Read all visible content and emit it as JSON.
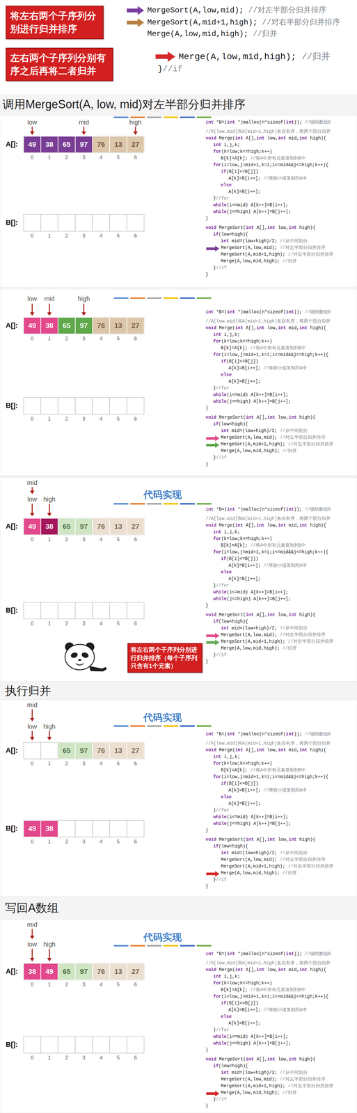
{
  "diagram": {
    "nodes": [
      {
        "text": [
          "将左右两个子序列分别进行归并排序"
        ]
      },
      {
        "text": [
          "左右两个子序列分别有序之后再将二者归并"
        ]
      },
      {
        "text": [
          "49"
        ]
      },
      {
        "text": [
          "38"
        ]
      },
      {
        "text": [
          "65"
        ]
      },
      {
        "text": [
          "97"
        ]
      },
      {
        "text": [
          "76"
        ]
      },
      {
        "text": [
          "13"
        ]
      },
      {
        "text": [
          "27"
        ]
      },
      {
        "text": [
          "49"
        ]
      },
      {
        "text": [
          "38"
        ]
      },
      {
        "text": [
          "65"
        ]
      },
      {
        "text": [
          "97"
        ]
      },
      {
        "text": [
          "76"
        ]
      },
      {
        "text": [
          "13"
        ]
      },
      {
        "text": [
          "27"
        ]
      },
      {
        "text": [
          "49"
        ]
      },
      {
        "text": [
          "38"
        ]
      },
      {
        "text": [
          "65"
        ]
      },
      {
        "text": [
          "97"
        ]
      },
      {
        "text": [
          "76"
        ]
      },
      {
        "text": [
          "13"
        ]
      },
      {
        "text": [
          "27"
        ]
      },
      {
        "text": [
          "将左右两个子序列分别进行归并排序（每个子序列只含有1个元素）"
        ]
      },
      {
        "text": [
          "65"
        ]
      },
      {
        "text": [
          "97"
        ]
      },
      {
        "text": [
          "76"
        ]
      },
      {
        "text": [
          "13"
        ]
      },
      {
        "text": [
          "27"
        ]
      },
      {
        "text": [
          "49"
        ]
      },
      {
        "text": [
          "38"
        ]
      },
      {
        "text": [
          "38"
        ]
      },
      {
        "text": [
          "49"
        ]
      },
      {
        "text": [
          "65"
        ]
      },
      {
        "text": [
          "97"
        ]
      },
      {
        "text": [
          "76"
        ]
      },
      {
        "text": [
          "13"
        ]
      },
      {
        "text": [
          "27"
        ]
      }
    ],
    "labels": [
      "MergeSort(A,low,mid); //对左半部分归并排序",
      "MergeSort(A,mid+1,high); //对右半部分归并排序",
      "Merge(A,low,mid,high); //归并",
      "Merge(A,low,mid,high); //归并",
      "}//if",
      "调用MergeSort(A, low, mid)对左半部分归并排序",
      "low",
      "mid",
      "high",
      "A[]:",
      "0",
      "1",
      "2",
      "3",
      "4",
      "5",
      "6",
      "B[]:",
      "0",
      "1",
      "2",
      "3",
      "4",
      "5",
      "6",
      "int *B=(int *)malloc(n*sizeof(int)); //辅助数组B",
      "//A[low…mid]和A[mid+1…high]各自有序，将两个部分归并",
      "void Merge(int A[],int low,int mid,int high){",
      "int i,j,k;",
      "for(k=low;k<=high;k++)",
      "B[k]=A[k]; //将A中所有元素复制到B中",
      "for(i=low,j=mid+1,k=i;i<=mid&&j<=high;k++){",
      "if(B[i]<=B[j])",
      "A[k]=B[i++]; //将较小值复制到A中",
      "else",
      "A[k]=B[j++];",
      "}//for",
      "while(i<=mid) A[k++]=B[i++];",
      "while(j<=high) A[k++]=B[j++];",
      "}",
      "void MergeSort(int A[],int low,int high){",
      "if(low<high){",
      "int mid=(low+high)/2; //从中间划分",
      "MergeSort(A,low,mid); //对左半部分归并排序",
      "MergeSort(A,mid+1,high); //对右半部分归并排序",
      "Merge(A,low,mid,high); //归并",
      "}//if",
      "}",
      "low",
      "mid",
      "high",
      "A[]:",
      "0",
      "1",
      "2",
      "3",
      "4",
      "5",
      "6",
      "B[]:",
      "0",
      "1",
      "2",
      "3",
      "4",
      "5",
      "6",
      "int *B=(int *)malloc(n*sizeof(int)); //辅助数组B",
      "//A[low…mid]和A[mid+1…high]各自有序，将两个部分归并",
      "void Merge(int A[],int low,int mid,int high){",
      "int i,j,k;",
      "for(k=low;k<=high;k++)",
      "B[k]=A[k]; //将A中所有元素复制到B中",
      "for(i=low,j=mid+1,k=i;i<=mid&&j<=high;k++){",
      "if(B[i]<=B[j])",
      "A[k]=B[i++]; //将较小值复制到A中",
      "else",
      "A[k]=B[j++];",
      "}//for",
      "while(i<=mid) A[k++]=B[i++];",
      "while(j<=high) A[k++]=B[j++];",
      "}",
      "void MergeSort(int A[],int low,int high){",
      "if(low<high){",
      "int mid=(low+high)/2; //从中间划分",
      "MergeSort(A,low,mid); //对左半部分归并排序",
      "MergeSort(A,mid+1,high); //对右半部分归并排序",
      "Merge(A,low,mid,high); //归并",
      "}//if",
      "}",
      "mid",
      "low",
      "high",
      "代码实现",
      "A[]:",
      "0",
      "1",
      "2",
      "3",
      "4",
      "5",
      "6",
      "B[]:",
      "0",
      "1",
      "2",
      "3",
      "4",
      "5",
      "6",
      "int *B=(int *)malloc(n*sizeof(int)); //辅助数组B",
      "//A[low…mid]和A[mid+1…high]各自有序，将两个部分归并",
      "void Merge(int A[],int low,int mid,int high){",
      "int i,j,k;",
      "for(k=low;k<=high;k++)",
      "B[k]=A[k]; //将A中所有元素复制到B中",
      "for(i=low,j=mid+1,k=i;i<=mid&&j<=high;k++){",
      "if(B[i]<=B[j])",
      "A[k]=B[i++]; //将较小值复制到A中",
      "else",
      "A[k]=B[j++];",
      "}//for",
      "while(i<=mid) A[k++]=B[i++];",
      "while(j<=high) A[k++]=B[j++];",
      "}",
      "void MergeSort(int A[],int low,int high){",
      "if(low<high){",
      "int mid=(low+high)/2; //从中间划分",
      "MergeSort(A,low,mid); //对左半部分归并排序",
      "MergeSort(A,mid+1,high); //对右半部分归并排序",
      "Merge(A,low,mid,high); //归并",
      "}//if",
      "}",
      "执行归并",
      "mid",
      "low",
      "high",
      "代码实现",
      "A[]:",
      "0",
      "1",
      "2",
      "3",
      "4",
      "5",
      "6",
      "B[]:",
      "0",
      "1",
      "2",
      "3",
      "4",
      "5",
      "6",
      "int *B=(int *)malloc(n*sizeof(int)); //辅助数组B",
      "//A[low…mid]和A[mid+1…high]各自有序，将两个部分归并",
      "void Merge(int A[],int low,int mid,int high){",
      "int i,j,k;",
      "for(k=low;k<=high;k++)",
      "B[k]=A[k]; //将A中所有元素复制到B中",
      "for(i=low,j=mid+1,k=i;i<=mid&&j<=high;k++){",
      "if(B[i]<=B[j])",
      "A[k]=B[i++]; //将较小值复制到A中",
      "else",
      "A[k]=B[j++];",
      "}//for",
      "while(i<=mid) A[k++]=B[i++];",
      "while(j<=high) A[k++]=B[j++];",
      "}",
      "void MergeSort(int A[],int low,int high){",
      "if(low<high){",
      "int mid=(low+high)/2; //从中间划分",
      "MergeSort(A,low,mid); //对左半部分归并排序",
      "MergeSort(A,mid+1,high); //对右半部分归并排序",
      "Merge(A,low,mid,high); //归并",
      "}//if",
      "}",
      "写回A数组",
      "mid",
      "low",
      "high",
      "代码实现",
      "A[]:",
      "0",
      "1",
      "2",
      "3",
      "4",
      "5",
      "6",
      "B[]:",
      "0",
      "1",
      "2",
      "3",
      "4",
      "5",
      "6",
      "int *B=(int *)malloc(n*sizeof(int)); //辅助数组B",
      "//A[low…mid]和A[mid+1…high]各自有序，将两个部分归并",
      "void Merge(int A[],int low,int mid,int high){",
      "int i,j,k;",
      "for(k=low;k<=high;k++)",
      "B[k]=A[k]; //将A中所有元素复制到B中",
      "for(i=low,j=mid+1,k=i;i<=mid&&j<=high;k++){",
      "if(B[i]<=B[j])",
      "A[k]=B[i++]; //将较小值复制到A中",
      "else",
      "A[k]=B[j++];",
      "}//for",
      "while(i<=mid) A[k++]=B[i++];",
      "while(j<=high) A[k++]=B[j++];",
      "}",
      "void MergeSort(int A[],int low,int high){",
      "if(low<high){",
      "int mid=(low+high)/2; //从中间划分",
      "MergeSort(A,low,mid); //对左半部分归并排序",
      "MergeSort(A,mid+1,high); //对右半部分归并排序",
      "Merge(A,low,mid,high); //归并",
      "}//if",
      "}"
    ]
  }
}
